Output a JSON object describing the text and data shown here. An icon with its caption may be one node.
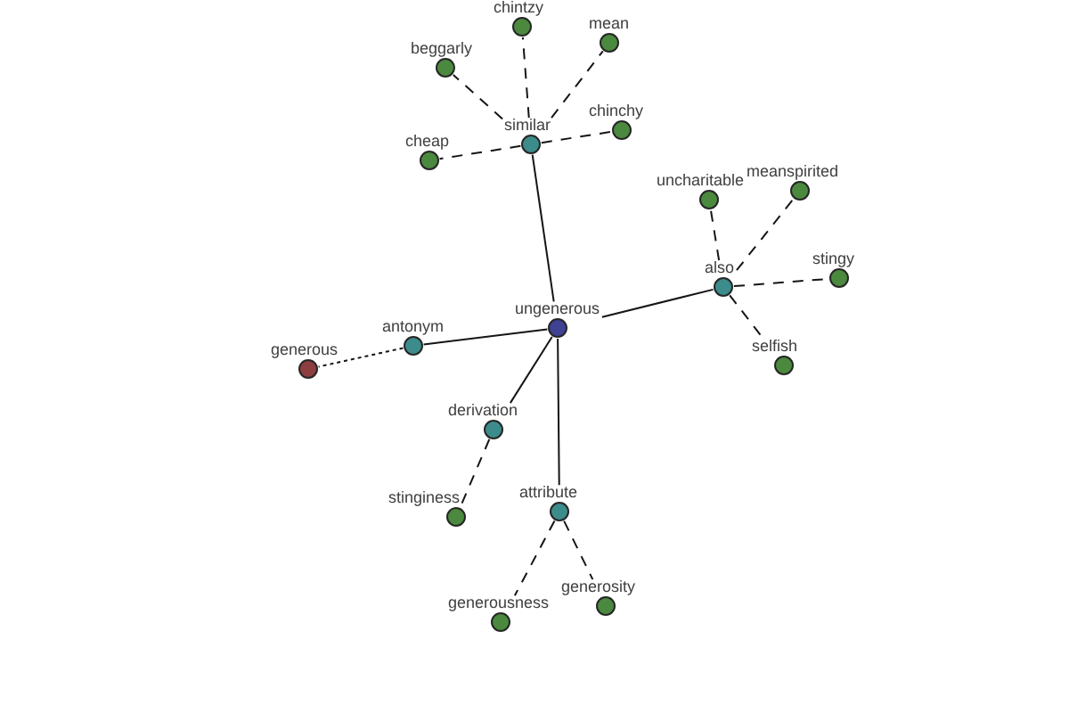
{
  "diagram": {
    "nodes": [
      {
        "text": [
          "ungenerous"
        ]
      },
      {
        "text": [
          "similar"
        ]
      },
      {
        "text": [
          "chintzy"
        ]
      },
      {
        "text": [
          "mean"
        ]
      },
      {
        "text": [
          "beggarly"
        ]
      },
      {
        "text": [
          "chinchy"
        ]
      },
      {
        "text": [
          "cheap"
        ]
      },
      {
        "text": [
          "also"
        ]
      },
      {
        "text": [
          "uncharitable"
        ]
      },
      {
        "text": [
          "meanspirited"
        ]
      },
      {
        "text": [
          "stingy"
        ]
      },
      {
        "text": [
          "selfish"
        ]
      },
      {
        "text": [
          "antonym"
        ]
      },
      {
        "text": [
          "generous"
        ]
      },
      {
        "text": [
          "derivation"
        ]
      },
      {
        "text": [
          "stinginess"
        ]
      },
      {
        "text": [
          "attribute"
        ]
      },
      {
        "text": [
          "generousness"
        ]
      },
      {
        "text": [
          "generosity"
        ]
      }
    ],
    "edges": [
      {
        "from": 0,
        "to": 1,
        "arrow": "none"
      },
      {
        "from": 1,
        "to": 2,
        "arrow": "none",
        "style": "dashed"
      },
      {
        "from": 1,
        "to": 3,
        "arrow": "none",
        "style": "dashed"
      },
      {
        "from": 1,
        "to": 4,
        "arrow": "none",
        "style": "dashed"
      },
      {
        "from": 1,
        "to": 5,
        "arrow": "none",
        "style": "dashed"
      },
      {
        "from": 1,
        "to": 6,
        "arrow": "none",
        "style": "dashed"
      },
      {
        "from": 0,
        "to": 7,
        "arrow": "none"
      },
      {
        "from": 7,
        "to": 8,
        "arrow": "none",
        "style": "dashed"
      },
      {
        "from": 7,
        "to": 9,
        "arrow": "none",
        "style": "dashed"
      },
      {
        "from": 7,
        "to": 10,
        "arrow": "none",
        "style": "dashed"
      },
      {
        "from": 7,
        "to": 11,
        "arrow": "none",
        "style": "dashed"
      },
      {
        "from": 0,
        "to": 12,
        "arrow": "none"
      },
      {
        "from": 12,
        "to": 13,
        "arrow": "none",
        "style": "dashed"
      },
      {
        "from": 0,
        "to": 14,
        "arrow": "none"
      },
      {
        "from": 14,
        "to": 15,
        "arrow": "none",
        "style": "dashed"
      },
      {
        "from": 0,
        "to": 16,
        "arrow": "none"
      },
      {
        "from": 16,
        "to": 17,
        "arrow": "none",
        "style": "dashed"
      },
      {
        "from": 16,
        "to": 18,
        "arrow": "none",
        "style": "dashed"
      }
    ]
  }
}
